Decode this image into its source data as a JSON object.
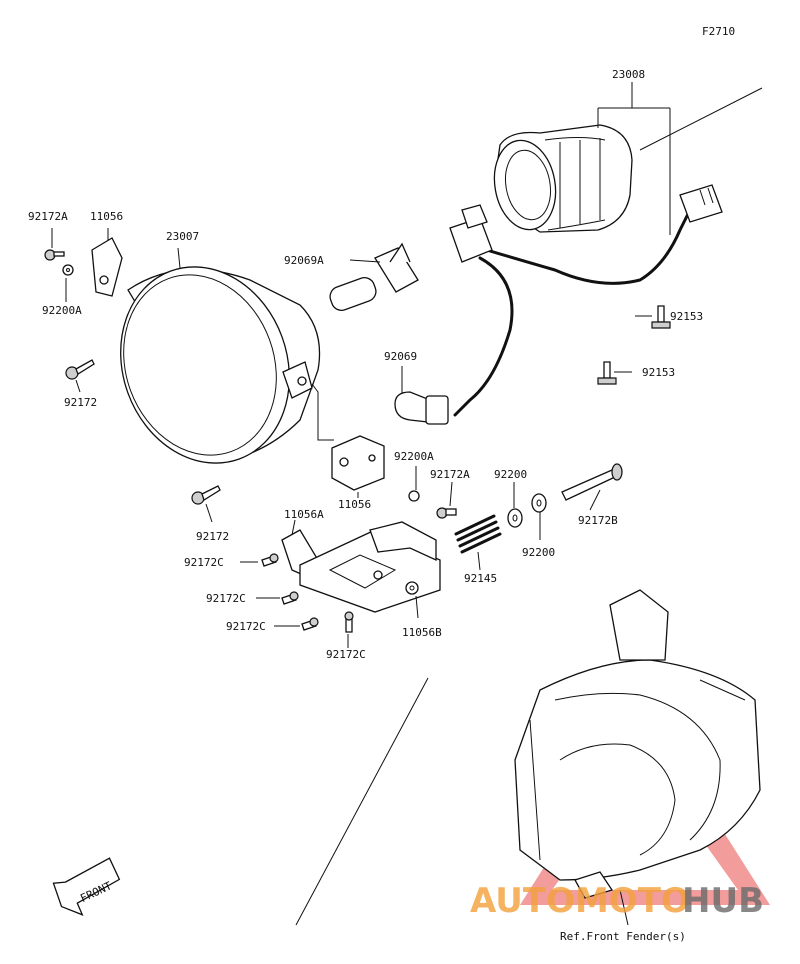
{
  "figure_id": "F2710",
  "labels": {
    "p23008": "23008",
    "p92172A_top": "92172A",
    "p11056_top": "11056",
    "p23007": "23007",
    "p92069A": "92069A",
    "p92200A_left": "92200A",
    "p92172_left": "92172",
    "p92153_a": "92153",
    "p92153_b": "92153",
    "p92069": "92069",
    "p92200A_mid": "92200A",
    "p11056_mid": "11056",
    "p92172A_mid": "92172A",
    "p92200_a": "92200",
    "p92200_b": "92200",
    "p92172B": "92172B",
    "p92172_mid": "92172",
    "p11056A": "11056A",
    "p92172C_a": "92172C",
    "p92145": "92145",
    "p92172C_b": "92172C",
    "p92172C_c": "92172C",
    "p92172C_d": "92172C",
    "p11056B": "11056B"
  },
  "front_label": "FRONT",
  "ref_note": "Ref.Front Fender(s)",
  "watermark": {
    "part1": "AUTOMOTO",
    "part2": "HUB",
    "color_red": "#e84a4a",
    "color_orange": "#f3a13c",
    "color_gray": "#6b6b6b"
  }
}
